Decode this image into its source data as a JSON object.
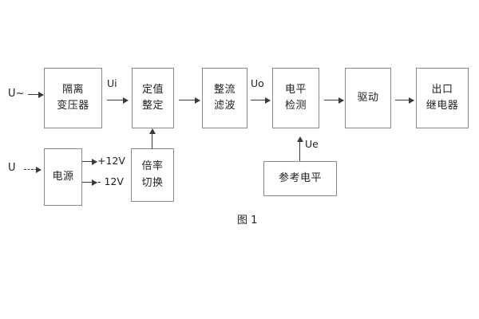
{
  "figure": {
    "caption": "图 1",
    "background_color": "#ffffff",
    "box_border_color": "#8a8a8a",
    "line_color": "#3a3a3a",
    "text_color": "#1f1f1f"
  },
  "inputs": {
    "ac_supply_label": "U~",
    "dc_supply_label": "U"
  },
  "blocks": {
    "isolation_transformer": {
      "line1": "隔离",
      "line2": "变压器"
    },
    "setting_value": {
      "line1": "定值",
      "line2": "整定"
    },
    "rectify_filter": {
      "line1": "整流",
      "line2": "滤波"
    },
    "level_detection": {
      "line1": "电平",
      "line2": "检测"
    },
    "drive": {
      "line1": "驱动"
    },
    "output_relay": {
      "line1": "出口",
      "line2": "继电器"
    },
    "power_supply": {
      "line1": "电源"
    },
    "multiplier_switch": {
      "line1": "倍率",
      "line2": "切换"
    },
    "reference_level": {
      "line1": "参考电平"
    }
  },
  "signals": {
    "ui": "Ui",
    "uo": "Uo",
    "ue": "Ue",
    "rail_positive": "+12V",
    "rail_negative": "- 12V"
  }
}
